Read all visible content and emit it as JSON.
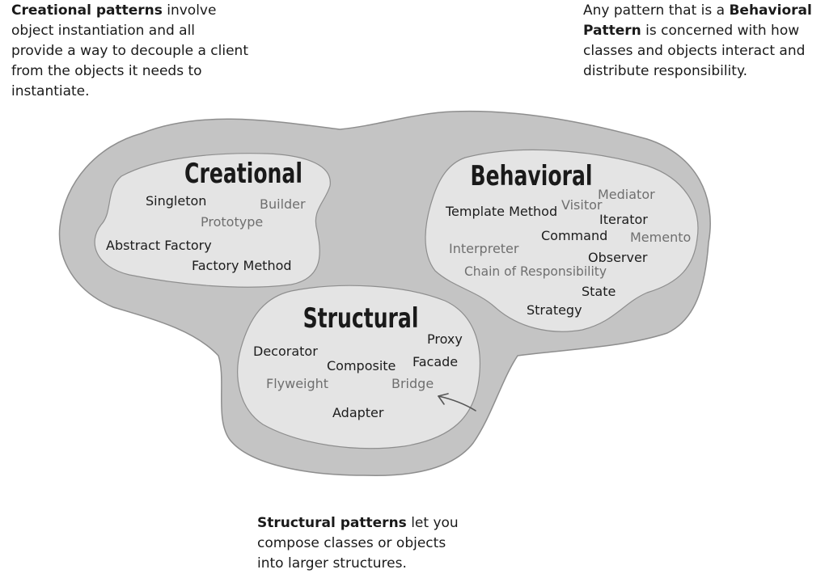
{
  "notes": {
    "creational": {
      "bold": "Creational patterns",
      "line1_rest": " involve",
      "line2": "object instantiation and all",
      "line3": "provide a way to decouple a client",
      "line4": "from the objects it needs to",
      "line5": "instantiate."
    },
    "behavioral": {
      "line1_start": "Any pattern that is a ",
      "line1_bold": "Behavioral",
      "line2_bold": "Pattern",
      "line2_rest": " is concerned with how",
      "line3": "classes and objects interact and",
      "line4": "distribute responsibility."
    },
    "structural": {
      "bold": "Structural patterns",
      "line1_rest": " let you",
      "line2": "compose classes or objects",
      "line3": "into larger structures."
    }
  },
  "groups": {
    "creational": {
      "title": "Creational",
      "patterns": [
        {
          "name": "Singleton",
          "tone": "dark"
        },
        {
          "name": "Builder",
          "tone": "grey"
        },
        {
          "name": "Prototype",
          "tone": "grey"
        },
        {
          "name": "Abstract Factory",
          "tone": "dark"
        },
        {
          "name": "Factory Method",
          "tone": "dark"
        }
      ]
    },
    "behavioral": {
      "title": "Behavioral",
      "patterns": [
        {
          "name": "Mediator",
          "tone": "grey"
        },
        {
          "name": "Visitor",
          "tone": "grey"
        },
        {
          "name": "Template Method",
          "tone": "dark"
        },
        {
          "name": "Iterator",
          "tone": "dark"
        },
        {
          "name": "Command",
          "tone": "dark"
        },
        {
          "name": "Memento",
          "tone": "grey"
        },
        {
          "name": "Interpreter",
          "tone": "grey"
        },
        {
          "name": "Observer",
          "tone": "dark"
        },
        {
          "name": "Chain of Responsibility",
          "tone": "grey"
        },
        {
          "name": "State",
          "tone": "dark"
        },
        {
          "name": "Strategy",
          "tone": "dark"
        }
      ]
    },
    "structural": {
      "title": "Structural",
      "patterns": [
        {
          "name": "Proxy",
          "tone": "dark"
        },
        {
          "name": "Decorator",
          "tone": "dark"
        },
        {
          "name": "Facade",
          "tone": "dark"
        },
        {
          "name": "Composite",
          "tone": "dark"
        },
        {
          "name": "Flyweight",
          "tone": "grey"
        },
        {
          "name": "Bridge",
          "tone": "grey"
        },
        {
          "name": "Adapter",
          "tone": "dark"
        }
      ]
    }
  },
  "colors": {
    "outer_blob": "#c4c4c4",
    "inner_blob": "#e4e4e4",
    "outline": "#8e8e8e",
    "text_dark": "#1c1c1c",
    "text_grey": "#6f6f6f"
  }
}
